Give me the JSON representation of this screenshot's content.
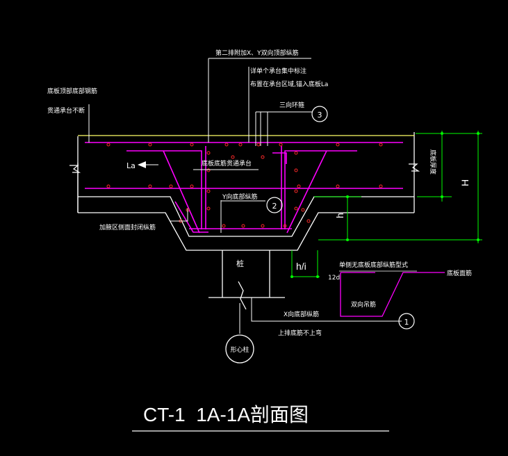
{
  "title": "CT-1  1A-1A剖面图",
  "labels": {
    "top_note_1": "第二排附加X、Y双向顶部纵筋",
    "top_note_2": "详单个承台集中标注",
    "top_note_3": "布置在承台区域,锚入底板La",
    "left_note_1": "底板顶部底部钢筋",
    "left_note_2": "贯通承台不断",
    "three_way_stirrup": "三向环箍",
    "la": "La",
    "slab_bottom_through": "底板底筋贯通承台",
    "y_bottom_bar": "Y向底部纵筋",
    "haunch_side_bar": "加腋区侧面封闭纵筋",
    "pile": "桩",
    "pile_center": "形心柱",
    "x_bottom_bar": "X向底部纵筋",
    "upper_bottom_note": "上排底筋不上弯",
    "single_side_note": "单侧无底板底部纵筋型式",
    "double_hanger": "双向吊筋",
    "slab_face": "底板面筋",
    "slab_thickness": "底板厚度",
    "dim_H": "H",
    "dim_h": "h",
    "dim_hi": "h/i",
    "dim_12d": "12d"
  },
  "callouts": [
    "3",
    "2",
    "1"
  ],
  "colors": {
    "background": "#000000",
    "rebar": "#ff00ff",
    "dimension": "#00ff00",
    "outline": "#ffffff",
    "top_line": "#ffff66",
    "dots": "#ff2020"
  }
}
